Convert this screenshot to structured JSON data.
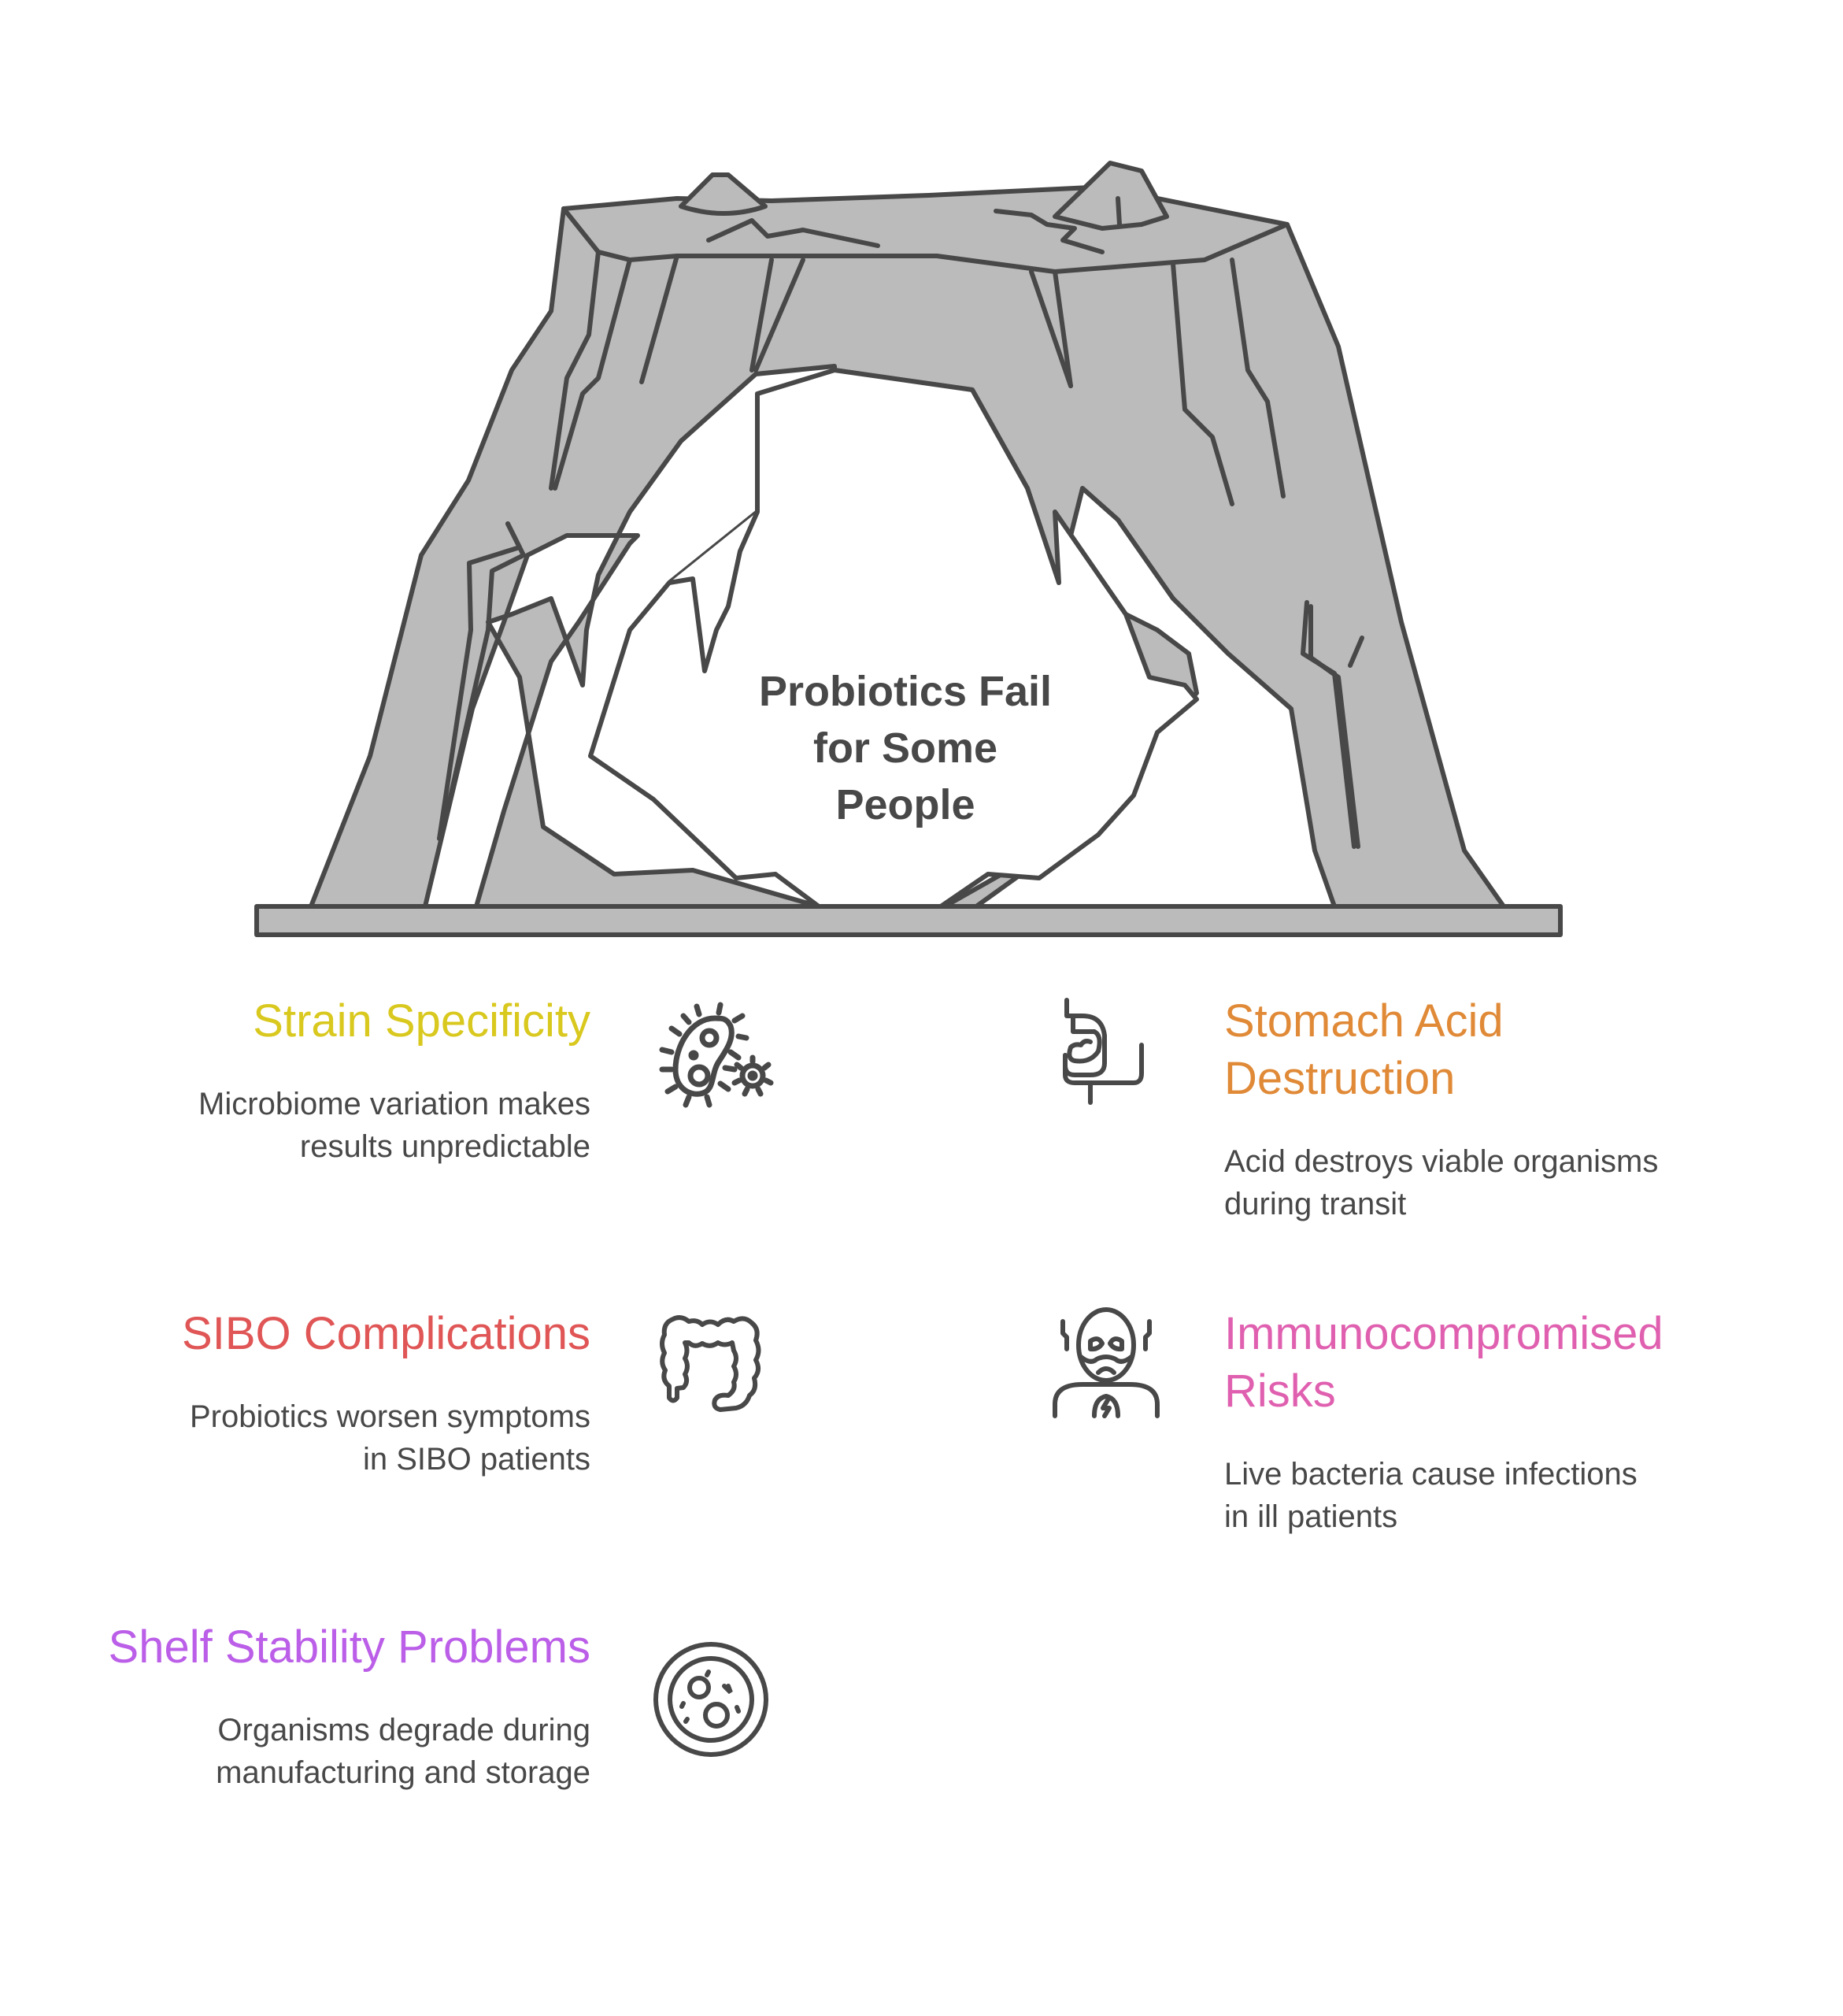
{
  "diagram": {
    "title": "Probiotics Fail for Some People",
    "title_lines": [
      "Probiotics Fail",
      "for Some",
      "People"
    ],
    "colors": {
      "rock_fill": "#BBBBBB",
      "stroke": "#484848",
      "text": "#484848"
    },
    "items": [
      {
        "title": "Strain Specificity",
        "description_lines": [
          "Microbiome variation makes",
          "results unpredictable"
        ],
        "icon": "bacteria-icon",
        "color": "#D9C81E",
        "side": "left"
      },
      {
        "title": "Stomach Acid Destruction",
        "title_lines": [
          "Stomach Acid",
          "Destruction"
        ],
        "description_lines": [
          "Acid destroys viable organisms",
          "during transit"
        ],
        "icon": "stomach-icon",
        "color": "#E08A38",
        "side": "right"
      },
      {
        "title": "SIBO Complications",
        "description_lines": [
          "Probiotics worsen symptoms",
          "in SIBO patients"
        ],
        "icon": "intestine-icon",
        "color": "#E05555",
        "side": "left"
      },
      {
        "title": "Immunocompromised Risks",
        "title_lines": [
          "Immunocompromised",
          "Risks"
        ],
        "description_lines": [
          "Live bacteria cause infections",
          "in ill patients"
        ],
        "icon": "sick-person-icon",
        "color": "#E060B0",
        "side": "right"
      },
      {
        "title": "Shelf Stability Problems",
        "description_lines": [
          "Organisms degrade during",
          "manufacturing and storage"
        ],
        "icon": "petri-dish-icon",
        "color": "#BB5EE8",
        "side": "left"
      }
    ]
  }
}
